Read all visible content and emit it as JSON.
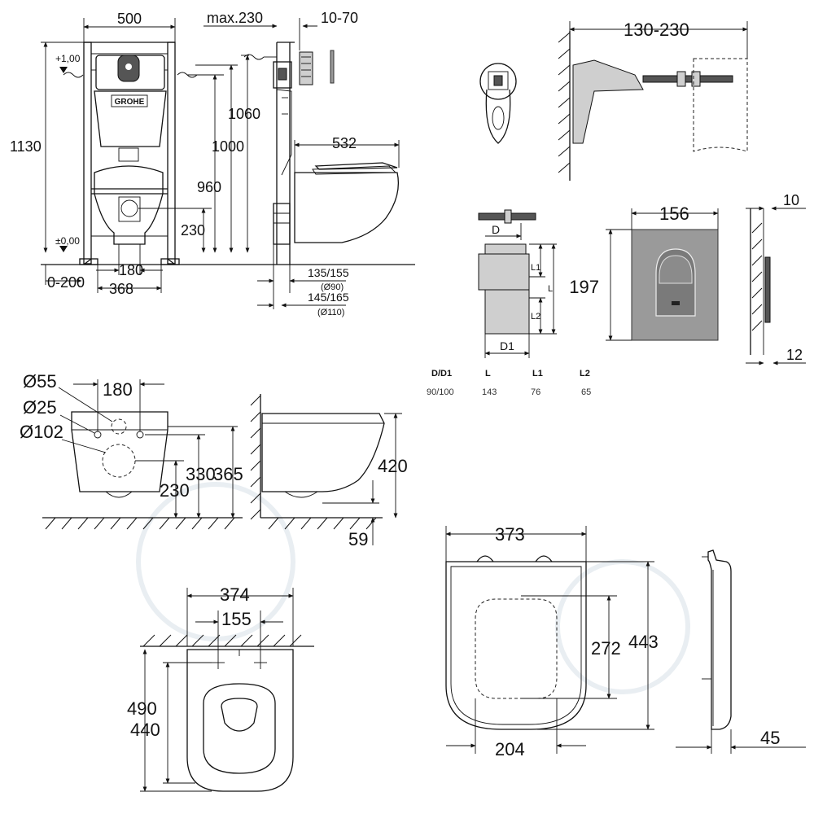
{
  "frame_view": {
    "width": "500",
    "depth": "max.230",
    "plate_offset": "10-70",
    "level_top": "+1,00",
    "level_floor": "±0,00",
    "height_total": "1130",
    "height_1060": "1060",
    "height_1000": "1000",
    "height_960": "960",
    "height_230": "230",
    "bowl_depth": "532",
    "pipe_spacing": "180",
    "foot_spacing": "368",
    "foot_adjust": "0-200",
    "drain_90": "135/155",
    "drain_90_dia": "(Ø90)",
    "drain_110": "145/165",
    "drain_110_dia": "(Ø110)",
    "brand": "GROHE"
  },
  "bolt_view": {
    "depth": "130-230"
  },
  "connector_view": {
    "label_D": "D",
    "label_L1": "L1",
    "label_L": "L",
    "label_L2": "L2",
    "label_D1": "D1",
    "table": {
      "headers": [
        "D/D1",
        "L",
        "L1",
        "L2"
      ],
      "values": [
        "90/100",
        "143",
        "76",
        "65"
      ]
    }
  },
  "flush_plate": {
    "width": "156",
    "height": "197",
    "thickness_top": "10",
    "thickness_bottom": "12"
  },
  "bowl_front": {
    "d55": "Ø55",
    "d25": "Ø25",
    "d102": "Ø102",
    "spacing": "180",
    "h230": "230",
    "h330": "330",
    "h365": "365"
  },
  "bowl_side": {
    "h420": "420",
    "h59": "59"
  },
  "bowl_top": {
    "width": "374",
    "bolt_spacing": "155",
    "length": "490",
    "inner": "440"
  },
  "seat_top": {
    "width": "373",
    "inner_h": "272",
    "length": "443",
    "inner_w": "204"
  },
  "seat_side": {
    "thickness": "45"
  }
}
